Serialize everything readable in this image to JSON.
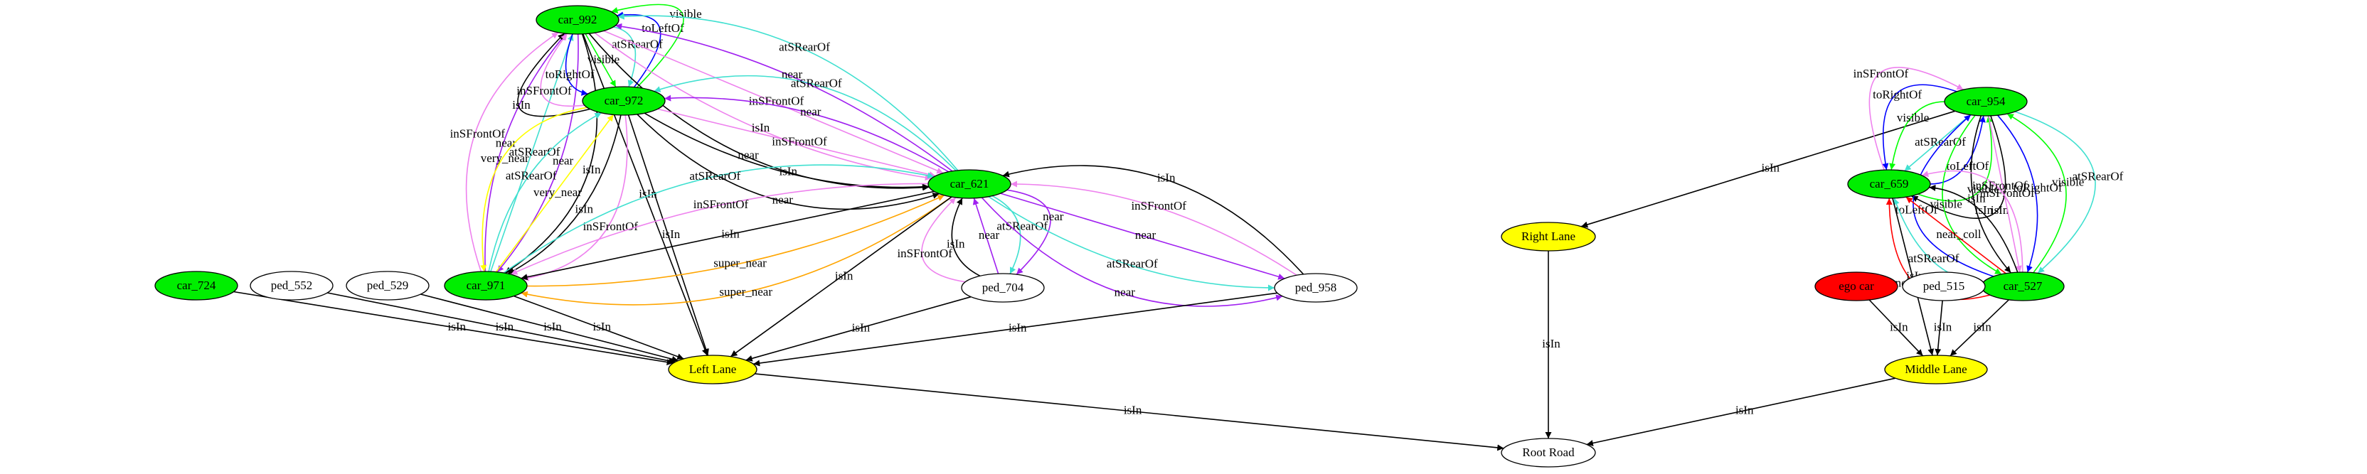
{
  "colors": {
    "car": "#00ee00",
    "lane": "#ffff00",
    "ego": "#ff0000",
    "plain": "#ffffff",
    "stroke": "#000000",
    "edge_black": "#000000",
    "edge_violet": "#ee82ee",
    "edge_turquoise": "#40e0d0",
    "edge_purple": "#a020f0",
    "edge_blue": "#0000ff",
    "edge_green": "#00ff00",
    "edge_yellow": "#ffff00",
    "edge_orange": "#ffa500",
    "edge_red": "#ff0000"
  },
  "nodes": [
    {
      "id": "car_992",
      "label": "car_992",
      "kind": "car"
    },
    {
      "id": "car_972",
      "label": "car_972",
      "kind": "car"
    },
    {
      "id": "car_621",
      "label": "car_621",
      "kind": "car"
    },
    {
      "id": "car_971",
      "label": "car_971",
      "kind": "car"
    },
    {
      "id": "car_724",
      "label": "car_724",
      "kind": "car"
    },
    {
      "id": "ped_552",
      "label": "ped_552",
      "kind": "plain"
    },
    {
      "id": "ped_529",
      "label": "ped_529",
      "kind": "plain"
    },
    {
      "id": "ped_704",
      "label": "ped_704",
      "kind": "plain"
    },
    {
      "id": "ped_958",
      "label": "ped_958",
      "kind": "plain"
    },
    {
      "id": "left_lane",
      "label": "Left Lane",
      "kind": "lane"
    },
    {
      "id": "root_road",
      "label": "Root Road",
      "kind": "plain"
    },
    {
      "id": "right_lane",
      "label": "Right Lane",
      "kind": "lane"
    },
    {
      "id": "car_954",
      "label": "car_954",
      "kind": "car"
    },
    {
      "id": "car_659",
      "label": "car_659",
      "kind": "car"
    },
    {
      "id": "car_527",
      "label": "car_527",
      "kind": "car"
    },
    {
      "id": "ego_car",
      "label": "ego car",
      "kind": "ego"
    },
    {
      "id": "ped_515",
      "label": "ped_515",
      "kind": "plain"
    },
    {
      "id": "middle_lane",
      "label": "Middle Lane",
      "kind": "lane"
    }
  ],
  "edges": [
    {
      "from": "car_992",
      "to": "left_lane",
      "label": "isIn",
      "color": "edge_black"
    },
    {
      "from": "car_971",
      "to": "car_992",
      "label": "inSFrontOf",
      "color": "edge_violet"
    },
    {
      "from": "car_971",
      "to": "car_992",
      "label": "near",
      "color": "edge_purple"
    },
    {
      "from": "car_971",
      "to": "car_992",
      "label": "atSRearOf",
      "color": "edge_turquoise"
    },
    {
      "from": "car_992",
      "to": "car_971",
      "label": "near",
      "color": "edge_purple"
    },
    {
      "from": "car_972",
      "to": "car_992",
      "label": "isIn",
      "color": "edge_black"
    },
    {
      "from": "car_972",
      "to": "car_992",
      "label": "inSFrontOf",
      "color": "edge_violet"
    },
    {
      "from": "car_992",
      "to": "car_972",
      "label": "toRightOf",
      "color": "edge_blue"
    },
    {
      "from": "car_992",
      "to": "car_972",
      "label": "visible",
      "color": "edge_green"
    },
    {
      "from": "car_992",
      "to": "car_972",
      "label": "atSRearOf",
      "color": "edge_turquoise"
    },
    {
      "from": "car_972",
      "to": "car_992",
      "label": "toLeftOf",
      "color": "edge_blue"
    },
    {
      "from": "car_972",
      "to": "car_992",
      "label": "visible",
      "color": "edge_green"
    },
    {
      "from": "car_992",
      "to": "car_621",
      "label": "near",
      "color": "edge_black"
    },
    {
      "from": "car_992",
      "to": "car_621",
      "label": "isIn",
      "color": "edge_violet"
    },
    {
      "from": "car_992",
      "to": "car_621",
      "label": "inSFrontOf",
      "color": "edge_violet"
    },
    {
      "from": "car_621",
      "to": "car_992",
      "label": "near",
      "color": "edge_purple"
    },
    {
      "from": "car_621",
      "to": "car_992",
      "label": "atSRearOf",
      "color": "edge_turquoise"
    },
    {
      "from": "car_992",
      "to": "car_971",
      "label": "isIn",
      "color": "edge_black"
    },
    {
      "from": "car_972",
      "to": "car_971",
      "label": "very_near",
      "color": "edge_yellow"
    },
    {
      "from": "car_971",
      "to": "car_972",
      "label": "atSRearOf",
      "color": "edge_turquoise"
    },
    {
      "from": "car_971",
      "to": "car_972",
      "label": "very_near",
      "color": "edge_yellow"
    },
    {
      "from": "car_972",
      "to": "car_971",
      "label": "isIn",
      "color": "edge_black"
    },
    {
      "from": "car_972",
      "to": "car_971",
      "label": "inSFrontOf",
      "color": "edge_violet"
    },
    {
      "from": "car_972",
      "to": "car_621",
      "label": "near",
      "color": "edge_black"
    },
    {
      "from": "car_972",
      "to": "car_621",
      "label": "isIn",
      "color": "edge_black"
    },
    {
      "from": "car_972",
      "to": "car_621",
      "label": "inSFrontOf",
      "color": "edge_violet"
    },
    {
      "from": "car_621",
      "to": "car_972",
      "label": "near",
      "color": "edge_purple"
    },
    {
      "from": "car_621",
      "to": "car_972",
      "label": "atSRearOf",
      "color": "edge_turquoise"
    },
    {
      "from": "car_972",
      "to": "left_lane",
      "label": "isIn",
      "color": "edge_black"
    },
    {
      "from": "car_621",
      "to": "car_971",
      "label": "super_near",
      "color": "edge_orange"
    },
    {
      "from": "car_971",
      "to": "car_621",
      "label": "super_near",
      "color": "edge_orange"
    },
    {
      "from": "car_621",
      "to": "car_971",
      "label": "isIn",
      "color": "edge_black"
    },
    {
      "from": "car_621",
      "to": "car_971",
      "label": "inSFrontOf",
      "color": "edge_violet"
    },
    {
      "from": "car_971",
      "to": "car_621",
      "label": "atSRearOf",
      "color": "edge_turquoise"
    },
    {
      "from": "car_621",
      "to": "ped_704",
      "label": "near",
      "color": "edge_purple"
    },
    {
      "from": "car_621",
      "to": "ped_704",
      "label": "atSRearOf",
      "color": "edge_turquoise"
    },
    {
      "from": "ped_704",
      "to": "car_621",
      "label": "near",
      "color": "edge_purple"
    },
    {
      "from": "ped_704",
      "to": "car_621",
      "label": "isIn",
      "color": "edge_black"
    },
    {
      "from": "ped_704",
      "to": "car_621",
      "label": "inSFrontOf",
      "color": "edge_violet"
    },
    {
      "from": "ped_958",
      "to": "car_621",
      "label": "isIn",
      "color": "edge_black"
    },
    {
      "from": "ped_958",
      "to": "car_621",
      "label": "inSFrontOf",
      "color": "edge_violet"
    },
    {
      "from": "car_621",
      "to": "ped_958",
      "label": "near",
      "color": "edge_purple"
    },
    {
      "from": "car_621",
      "to": "ped_958",
      "label": "atSRearOf",
      "color": "edge_turquoise"
    },
    {
      "from": "car_621",
      "to": "ped_958",
      "label": "near",
      "color": "edge_purple"
    },
    {
      "from": "car_621",
      "to": "left_lane",
      "label": "isIn",
      "color": "edge_black"
    },
    {
      "from": "car_724",
      "to": "left_lane",
      "label": "isIn",
      "color": "edge_black"
    },
    {
      "from": "ped_552",
      "to": "left_lane",
      "label": "isIn",
      "color": "edge_black"
    },
    {
      "from": "ped_529",
      "to": "left_lane",
      "label": "isIn",
      "color": "edge_black"
    },
    {
      "from": "car_971",
      "to": "left_lane",
      "label": "isIn",
      "color": "edge_black"
    },
    {
      "from": "ped_704",
      "to": "left_lane",
      "label": "isIn",
      "color": "edge_black"
    },
    {
      "from": "ped_958",
      "to": "left_lane",
      "label": "isIn",
      "color": "edge_black"
    },
    {
      "from": "left_lane",
      "to": "root_road",
      "label": "isIn",
      "color": "edge_black"
    },
    {
      "from": "car_954",
      "to": "right_lane",
      "label": "isIn",
      "color": "edge_black"
    },
    {
      "from": "right_lane",
      "to": "root_road",
      "label": "isIn",
      "color": "edge_black"
    },
    {
      "from": "middle_lane",
      "to": "root_road",
      "label": "isIn",
      "color": "edge_black"
    },
    {
      "from": "car_659",
      "to": "car_954",
      "label": "inSFrontOf",
      "color": "edge_violet"
    },
    {
      "from": "car_954",
      "to": "car_659",
      "label": "toRightOf",
      "color": "edge_blue"
    },
    {
      "from": "car_954",
      "to": "car_659",
      "label": "visible",
      "color": "edge_green"
    },
    {
      "from": "car_954",
      "to": "car_659",
      "label": "atSRearOf",
      "color": "edge_turquoise"
    },
    {
      "from": "car_659",
      "to": "car_954",
      "label": "toLeftOf",
      "color": "edge_blue"
    },
    {
      "from": "car_659",
      "to": "car_954",
      "label": "visible",
      "color": "edge_green"
    },
    {
      "from": "car_954",
      "to": "car_659",
      "label": "isIn",
      "color": "edge_black"
    },
    {
      "from": "car_527",
      "to": "car_954",
      "label": "toLeftOf",
      "color": "edge_blue"
    },
    {
      "from": "car_954",
      "to": "car_527",
      "label": "visible",
      "color": "edge_green"
    },
    {
      "from": "car_954",
      "to": "car_527",
      "label": "isIn",
      "color": "edge_black"
    },
    {
      "from": "car_954",
      "to": "car_527",
      "label": "inSFrontOf",
      "color": "edge_violet"
    },
    {
      "from": "car_954",
      "to": "car_527",
      "label": "toRightOf",
      "color": "edge_blue"
    },
    {
      "from": "car_527",
      "to": "car_954",
      "label": "visible",
      "color": "edge_green"
    },
    {
      "from": "car_954",
      "to": "car_527",
      "label": "atSRearOf",
      "color": "edge_turquoise"
    },
    {
      "from": "car_527",
      "to": "car_659",
      "label": "near_coll",
      "color": "edge_red"
    },
    {
      "from": "car_527",
      "to": "car_659",
      "label": "atSRearOf",
      "color": "edge_turquoise"
    },
    {
      "from": "car_527",
      "to": "car_659",
      "label": "near_coll",
      "color": "edge_red"
    },
    {
      "from": "car_527",
      "to": "car_659",
      "label": "isIn",
      "color": "edge_black"
    },
    {
      "from": "car_527",
      "to": "car_659",
      "label": "inSFrontOf",
      "color": "edge_violet"
    },
    {
      "from": "car_659",
      "to": "middle_lane",
      "label": "isIn",
      "color": "edge_black"
    },
    {
      "from": "ego_car",
      "to": "middle_lane",
      "label": "isIn",
      "color": "edge_black"
    },
    {
      "from": "ped_515",
      "to": "middle_lane",
      "label": "isIn",
      "color": "edge_black"
    },
    {
      "from": "car_527",
      "to": "middle_lane",
      "label": "isIn",
      "color": "edge_black"
    }
  ]
}
